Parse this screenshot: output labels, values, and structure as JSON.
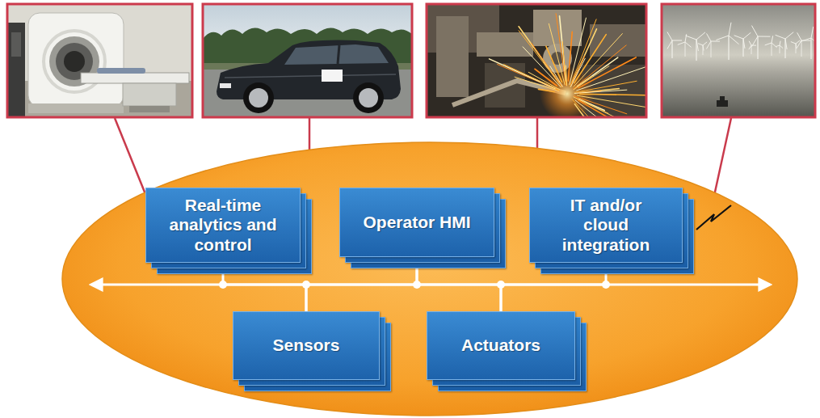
{
  "diagram": {
    "nodes": [
      {
        "text": [
          "Real-time analytics and control"
        ]
      },
      {
        "text": [
          "Operator HMI"
        ]
      },
      {
        "text": [
          "IT and/or cloud integration"
        ]
      },
      {
        "text": [
          "Sensors"
        ]
      },
      {
        "text": [
          "Actuators"
        ]
      }
    ],
    "edges": [
      {
        "from": 0,
        "to": 3,
        "arrow": "none"
      },
      {
        "from": 3,
        "to": 1,
        "arrow": "none"
      },
      {
        "from": 1,
        "to": 4,
        "arrow": "none"
      },
      {
        "from": 4,
        "to": 2,
        "arrow": "none"
      }
    ]
  }
}
